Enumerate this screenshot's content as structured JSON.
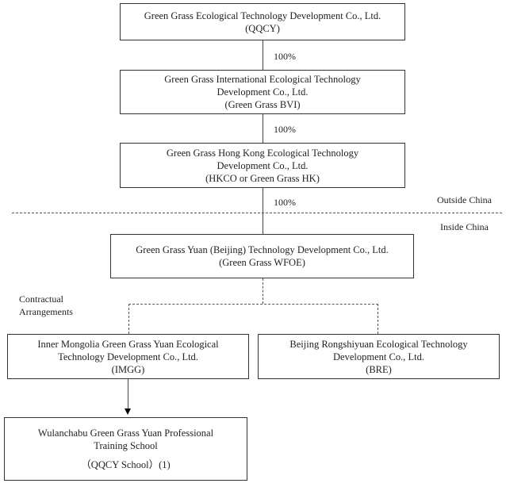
{
  "entities": [
    {
      "lines": [
        "Green Grass Ecological Technology Development Co., Ltd.",
        "(QQCY)"
      ]
    },
    {
      "lines": [
        "Green Grass International Ecological Technology",
        "Development Co., Ltd.",
        "(Green Grass BVI)"
      ]
    },
    {
      "lines": [
        "Green Grass Hong Kong Ecological Technology",
        "Development Co., Ltd.",
        "(HKCO or Green Grass HK)"
      ]
    },
    {
      "lines": [
        "Green Grass Yuan (Beijing) Technology Development Co., Ltd.",
        "(Green Grass WFOE)"
      ]
    },
    {
      "lines": [
        "Inner Mongolia Green Grass Yuan Ecological",
        "Technology Development Co., Ltd.",
        "(IMGG)"
      ]
    },
    {
      "lines": [
        "Beijing Rongshiyuan Ecological Technology",
        "Development Co., Ltd.",
        "(BRE)"
      ]
    },
    {
      "lines": [
        "Wulanchabu Green Grass Yuan Professional",
        "Training School",
        "（QQCY School）(1)"
      ]
    }
  ],
  "ownership": [
    "100%",
    "100%",
    "100%"
  ],
  "region_labels": {
    "outside": "Outside China",
    "inside": "Inside China"
  },
  "contractual_label": [
    "Contractual",
    "Arrangements"
  ]
}
